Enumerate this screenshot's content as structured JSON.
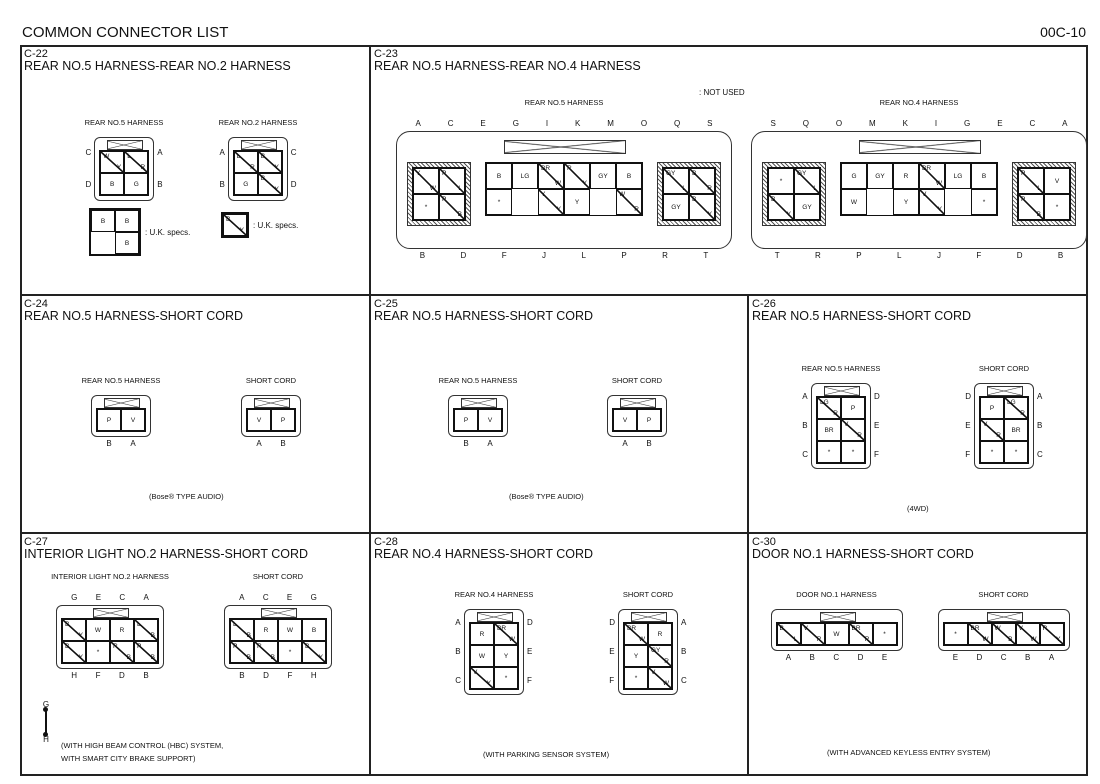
{
  "header": {
    "title": "COMMON CONNECTOR LIST",
    "code": "00C-10"
  },
  "sections": [
    {
      "id": "C-22",
      "title": "REAR NO.5 HARNESS-REAR NO.2 HARNESS",
      "connectors": [
        {
          "label": "REAR NO.5 HARNESS",
          "top": [],
          "bottom": [],
          "left": [
            "C",
            "D"
          ],
          "right": [
            "A",
            "B"
          ],
          "groups": [
            {
              "shielded": false,
              "rows": [
                [
                  [
                    "W",
                    "Y"
                  ],
                  [
                    "L",
                    "R"
                  ]
                ],
                [
                  "B",
                  "G"
                ]
              ]
            }
          ],
          "uk": {
            "note": ": U.K. specs.",
            "rows": [
              [
                "B",
                "B"
              ],
              [
                null,
                "B"
              ]
            ]
          }
        },
        {
          "label": "REAR NO.2 HARNESS",
          "top": [],
          "bottom": [],
          "left": [
            "A",
            "B"
          ],
          "right": [
            "C",
            "D"
          ],
          "groups": [
            {
              "shielded": false,
              "rows": [
                [
                  [
                    "L",
                    "R"
                  ],
                  [
                    "B",
                    "Y"
                  ]
                ],
                [
                  "G",
                  [
                    "B",
                    "Y"
                  ]
                ]
              ]
            }
          ],
          "uk": {
            "note": ": U.K. specs.",
            "rows": [
              [
                [
                  "B",
                  "Y"
                ]
              ]
            ]
          }
        }
      ]
    },
    {
      "id": "C-23",
      "title": "REAR NO.5 HARNESS-REAR NO.4 HARNESS",
      "not_used": ": NOT USED",
      "connectors": [
        {
          "label": "REAR NO.5 HARNESS",
          "top": [
            "A",
            "C",
            "E",
            "G",
            "I",
            "K",
            "M",
            "O",
            "Q",
            "S"
          ],
          "bottom": [
            "B",
            "D",
            "F",
            "J",
            "L",
            "P",
            "R",
            "T"
          ],
          "left": [],
          "right": [],
          "groups": [
            {
              "shielded": true,
              "rows": [
                [
                  [
                    "Y",
                    "W"
                  ],
                  [
                    "P",
                    "L"
                  ]
                ],
                [
                  "*",
                  [
                    "P",
                    "B"
                  ]
                ]
              ]
            },
            {
              "shielded": false,
              "rows": [
                [
                  "B",
                  "LG",
                  [
                    "BR",
                    "W"
                  ],
                  [
                    "R",
                    "Y"
                  ],
                  "GY",
                  "B"
                ],
                [
                  "*",
                  null,
                  [
                    "Y",
                    "Y"
                  ],
                  "Y",
                  null,
                  [
                    "W",
                    "R"
                  ]
                ]
              ]
            },
            {
              "shielded": true,
              "rows": [
                [
                  [
                    "GY",
                    "L"
                  ],
                  [
                    "B",
                    "R"
                  ]
                ],
                [
                  "GY",
                  [
                    "B",
                    "Y"
                  ]
                ]
              ]
            }
          ]
        },
        {
          "label": "REAR NO.4 HARNESS",
          "top": [
            "S",
            "Q",
            "O",
            "M",
            "K",
            "I",
            "G",
            "E",
            "C",
            "A"
          ],
          "bottom": [
            "T",
            "R",
            "P",
            "L",
            "J",
            "F",
            "D",
            "B"
          ],
          "left": [],
          "right": [],
          "groups": [
            {
              "shielded": true,
              "rows": [
                [
                  "*",
                  [
                    "GY",
                    "L"
                  ]
                ],
                [
                  [
                    "B",
                    "Y"
                  ],
                  "GY"
                ]
              ]
            },
            {
              "shielded": false,
              "rows": [
                [
                  "G",
                  "GY",
                  "R",
                  [
                    "BR",
                    "W"
                  ],
                  "LG",
                  "B"
                ],
                [
                  "W",
                  null,
                  "Y",
                  [
                    "V",
                    "Y"
                  ],
                  null,
                  "*"
                ]
              ]
            },
            {
              "shielded": true,
              "rows": [
                [
                  [
                    "P",
                    "L"
                  ],
                  "V"
                ],
                [
                  [
                    "P",
                    "B"
                  ],
                  "*"
                ]
              ]
            }
          ]
        }
      ]
    },
    {
      "id": "C-24",
      "title": "REAR NO.5 HARNESS-SHORT CORD",
      "note": "(Bose® TYPE AUDIO)",
      "connectors": [
        {
          "label": "REAR NO.5 HARNESS",
          "top": [],
          "bottom": [
            "B",
            "A"
          ],
          "left": [],
          "right": [],
          "groups": [
            {
              "shielded": false,
              "rows": [
                [
                  "P",
                  "V"
                ]
              ]
            }
          ]
        },
        {
          "label": "SHORT CORD",
          "top": [],
          "bottom": [
            "A",
            "B"
          ],
          "left": [],
          "right": [],
          "groups": [
            {
              "shielded": false,
              "rows": [
                [
                  "V",
                  "P"
                ]
              ]
            }
          ]
        }
      ]
    },
    {
      "id": "C-25",
      "title": "REAR NO.5 HARNESS-SHORT CORD",
      "note": "(Bose® TYPE AUDIO)",
      "connectors": [
        {
          "label": "REAR NO.5 HARNESS",
          "top": [],
          "bottom": [
            "B",
            "A"
          ],
          "left": [],
          "right": [],
          "groups": [
            {
              "shielded": false,
              "rows": [
                [
                  "P",
                  "V"
                ]
              ]
            }
          ]
        },
        {
          "label": "SHORT CORD",
          "top": [],
          "bottom": [
            "A",
            "B"
          ],
          "left": [],
          "right": [],
          "groups": [
            {
              "shielded": false,
              "rows": [
                [
                  "V",
                  "P"
                ]
              ]
            }
          ]
        }
      ]
    },
    {
      "id": "C-26",
      "title": "REAR NO.5 HARNESS-SHORT CORD",
      "note": "(4WD)",
      "connectors": [
        {
          "label": "REAR NO.5 HARNESS",
          "top": [],
          "bottom": [],
          "left": [
            "A",
            "B",
            "C"
          ],
          "right": [
            "D",
            "E",
            "F"
          ],
          "groups": [
            {
              "shielded": false,
              "rows": [
                [
                  [
                    "LG",
                    "R"
                  ],
                  "P"
                ],
                [
                  "BR",
                  [
                    "V",
                    "R"
                  ]
                ],
                [
                  "*",
                  "*"
                ]
              ]
            }
          ]
        },
        {
          "label": "SHORT CORD",
          "top": [],
          "bottom": [],
          "left": [
            "D",
            "E",
            "F"
          ],
          "right": [
            "A",
            "B",
            "C"
          ],
          "groups": [
            {
              "shielded": false,
              "rows": [
                [
                  "P",
                  [
                    "LG",
                    "R"
                  ]
                ],
                [
                  [
                    "V",
                    "R"
                  ],
                  "BR"
                ],
                [
                  "*",
                  "*"
                ]
              ]
            }
          ]
        }
      ]
    },
    {
      "id": "C-27",
      "title": "INTERIOR LIGHT NO.2 HARNESS-SHORT CORD",
      "note": "(WITH HIGH BEAM CONTROL (HBC) SYSTEM,",
      "note2": "WITH SMART CITY BRAKE SUPPORT)",
      "jumper": {
        "top": "G",
        "bottom": "H"
      },
      "connectors": [
        {
          "label": "INTERIOR LIGHT NO.2 HARNESS",
          "top": [
            "G",
            "E",
            "C",
            "A"
          ],
          "bottom": [
            "H",
            "F",
            "D",
            "B"
          ],
          "left": [],
          "right": [],
          "groups": [
            {
              "shielded": false,
              "rows": [
                [
                  [
                    "B",
                    "Y"
                  ],
                  "W",
                  "R",
                  [
                    "L",
                    "B"
                  ]
                ],
                [
                  [
                    "B",
                    "Y"
                  ],
                  "*",
                  [
                    "R",
                    "B"
                  ],
                  [
                    "P",
                    "B"
                  ]
                ]
              ]
            }
          ]
        },
        {
          "label": "SHORT CORD",
          "top": [
            "A",
            "C",
            "E",
            "G"
          ],
          "bottom": [
            "B",
            "D",
            "F",
            "H"
          ],
          "left": [],
          "right": [],
          "groups": [
            {
              "shielded": false,
              "rows": [
                [
                  [
                    "L",
                    "B"
                  ],
                  "R",
                  "W",
                  "B"
                ],
                [
                  [
                    "P",
                    "B"
                  ],
                  [
                    "R",
                    "B"
                  ],
                  "*",
                  [
                    "B",
                    "Y"
                  ]
                ]
              ]
            }
          ]
        }
      ]
    },
    {
      "id": "C-28",
      "title": "REAR NO.4 HARNESS-SHORT CORD",
      "note": "(WITH PARKING SENSOR SYSTEM)",
      "connectors": [
        {
          "label": "REAR NO.4 HARNESS",
          "top": [],
          "bottom": [],
          "left": [
            "A",
            "B",
            "C"
          ],
          "right": [
            "D",
            "E",
            "F"
          ],
          "groups": [
            {
              "shielded": false,
              "rows": [
                [
                  "R",
                  [
                    "BR",
                    "W"
                  ]
                ],
                [
                  "W",
                  "Y"
                ],
                [
                  [
                    "V",
                    "Y"
                  ],
                  "*"
                ]
              ]
            }
          ]
        },
        {
          "label": "SHORT CORD",
          "top": [],
          "bottom": [],
          "left": [
            "D",
            "E",
            "F"
          ],
          "right": [
            "A",
            "B",
            "C"
          ],
          "groups": [
            {
              "shielded": false,
              "rows": [
                [
                  [
                    "BR",
                    "W"
                  ],
                  "R"
                ],
                [
                  "Y",
                  [
                    "GY",
                    "R"
                  ]
                ],
                [
                  "*",
                  [
                    "V",
                    "W"
                  ]
                ]
              ]
            }
          ]
        }
      ]
    },
    {
      "id": "C-30",
      "title": "DOOR NO.1 HARNESS-SHORT CORD",
      "note": "(WITH ADVANCED KEYLESS ENTRY SYSTEM)",
      "connectors": [
        {
          "label": "DOOR NO.1 HARNESS",
          "top": [],
          "bottom": [
            "A",
            "B",
            "C",
            "D",
            "E"
          ],
          "left": [],
          "right": [],
          "groups": [
            {
              "shielded": false,
              "rows": [
                [
                  [
                    "B",
                    "L"
                  ],
                  [
                    "V",
                    "R"
                  ],
                  "W",
                  [
                    "BR",
                    "R"
                  ],
                  "*"
                ]
              ]
            }
          ]
        },
        {
          "label": "SHORT CORD",
          "top": [],
          "bottom": [
            "E",
            "D",
            "C",
            "B",
            "A"
          ],
          "left": [],
          "right": [],
          "groups": [
            {
              "shielded": false,
              "rows": [
                [
                  "*",
                  [
                    "BR",
                    "W"
                  ],
                  [
                    "W",
                    "B"
                  ],
                  [
                    "V",
                    "W"
                  ],
                  [
                    "R",
                    "Y"
                  ]
                ]
              ]
            }
          ]
        }
      ]
    }
  ]
}
